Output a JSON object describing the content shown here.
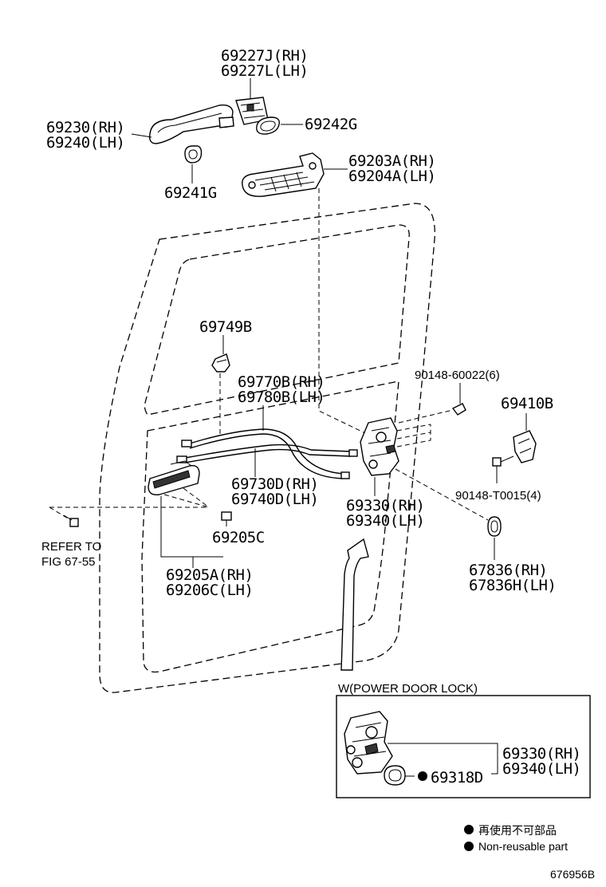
{
  "parts": {
    "p1": [
      "69227J(RH)",
      "69227L(LH)"
    ],
    "p2": [
      "69230(RH)",
      "69240(LH)"
    ],
    "p3": "69242G",
    "p4": "69241G",
    "p5": [
      "69203A(RH)",
      "69204A(LH)"
    ],
    "p6": "69749B",
    "p7": [
      "69770B(RH)",
      "69780B(LH)"
    ],
    "p8": "90148-60022(6)",
    "p9": "69410B",
    "p10": [
      "69730D(RH)",
      "69740D(LH)"
    ],
    "p11": [
      "69330(RH)",
      "69340(LH)"
    ],
    "p12": "90148-T0015(4)",
    "p13": "69205C",
    "p14": [
      "REFER TO",
      "FIG 67-55"
    ],
    "p15": [
      "69205A(RH)",
      "69206C(LH)"
    ],
    "p16": [
      "67836(RH)",
      "67836H(LH)"
    ]
  },
  "inset": {
    "title": "W(POWER DOOR LOCK)",
    "part_a": [
      "69330(RH)",
      "69340(LH)"
    ],
    "part_b": "69318D"
  },
  "legend": {
    "jp": "再使用不可部品",
    "en": "Non-reusable part"
  },
  "figure_code": "676956B",
  "colors": {
    "line": "#000000",
    "background": "#ffffff"
  }
}
